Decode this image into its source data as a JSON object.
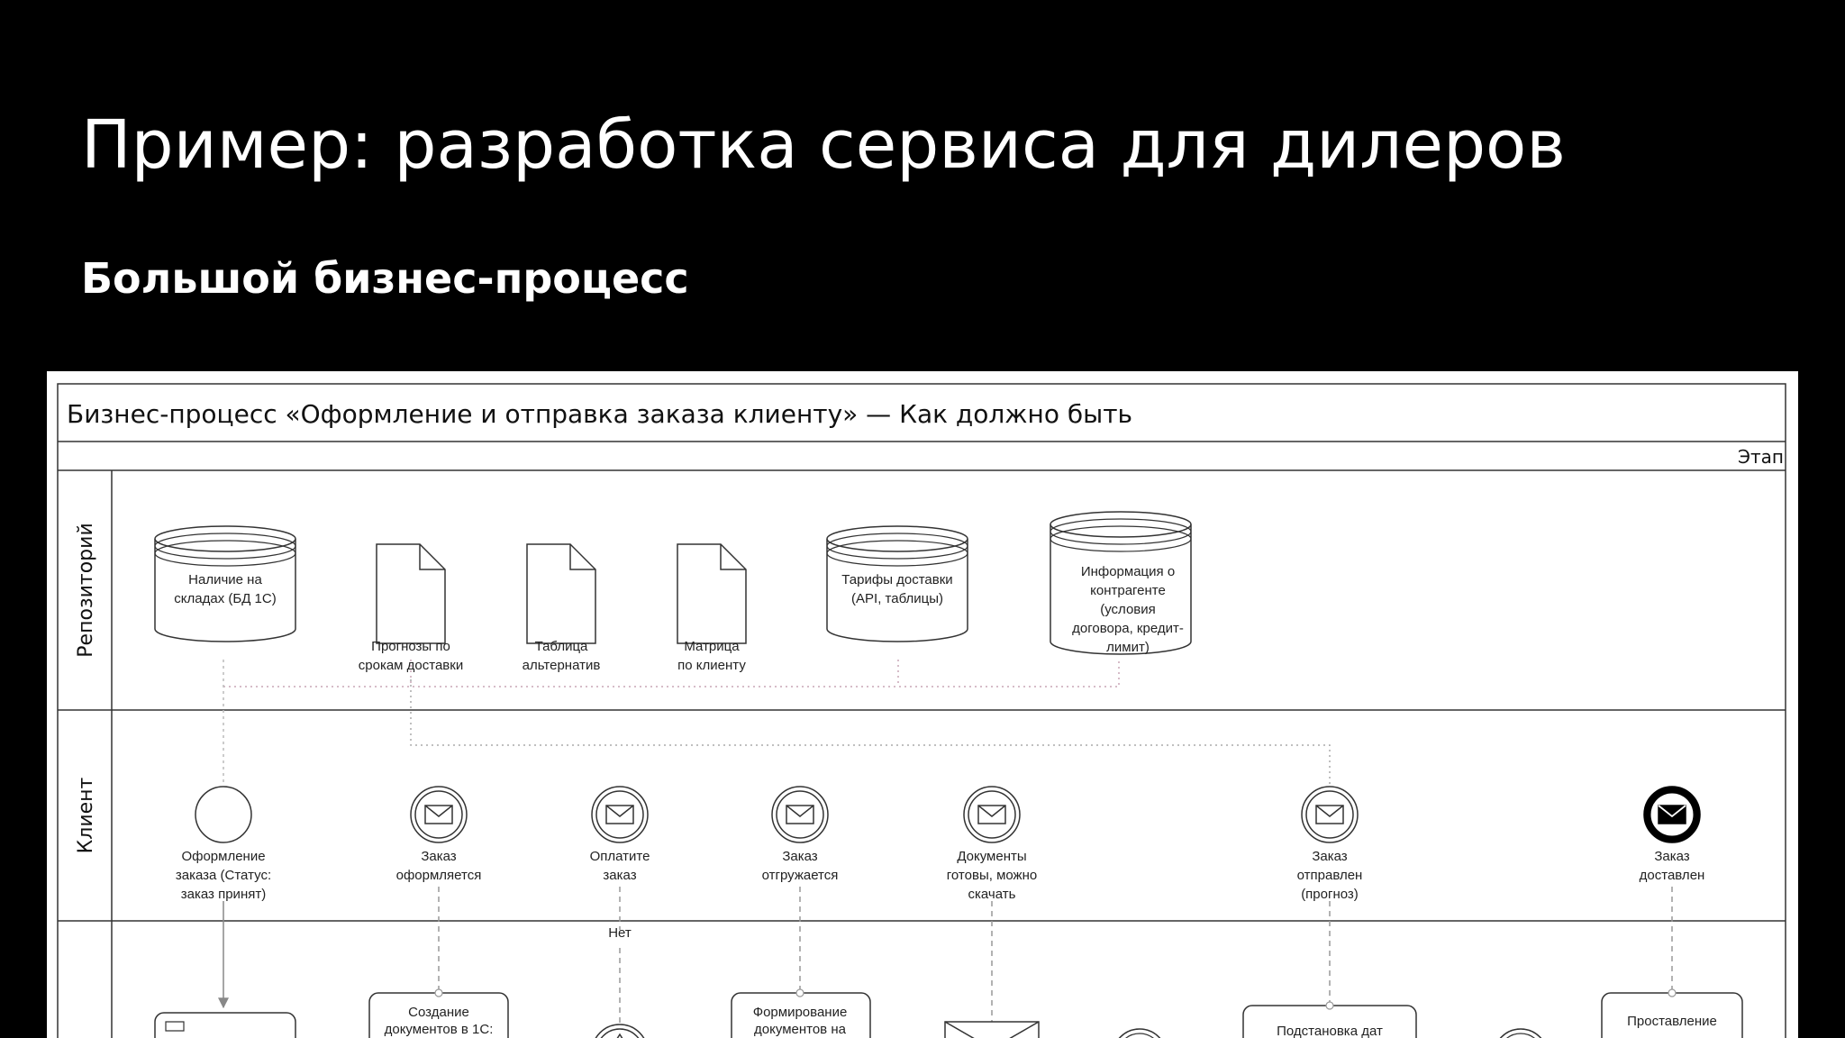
{
  "slide": {
    "title": "Пример: разработка сервиса для дилеров",
    "subtitle": "Большой бизнес-процесс"
  },
  "diagram": {
    "header": "Бизнес-процесс «Оформление и отправка заказа клиенту» — Как должно быть",
    "stage_label": "Этап",
    "lanes": {
      "repository": "Репозиторий",
      "client": "Клиент"
    },
    "repository_items": {
      "stock": [
        "Наличие на",
        "складах (БД 1С)"
      ],
      "forecast": [
        "Прогнозы по",
        "срокам доставки"
      ],
      "alternatives": [
        "Таблица",
        "альтернатив"
      ],
      "matrix": [
        "Матрица",
        "по клиенту"
      ],
      "tariffs": [
        "Тарифы доставки",
        "(API, таблицы)"
      ],
      "contractor": [
        "Информация о",
        "контрагенте",
        "(условия",
        "договора, кредит-",
        "лимит)"
      ]
    },
    "client_events": {
      "start": [
        "Оформление",
        "заказа (Статус:",
        "заказ принят)"
      ],
      "processing": [
        "Заказ",
        "оформляется"
      ],
      "pay": [
        "Оплатите",
        "заказ"
      ],
      "shipping": [
        "Заказ",
        "отгружается"
      ],
      "docs": [
        "Документы",
        "готовы, можно",
        "скачать"
      ],
      "sent": [
        "Заказ",
        "отправлен",
        "(прогноз)"
      ],
      "delivered": [
        "Заказ",
        "доставлен"
      ]
    },
    "flow_label_no": "Нет",
    "tasks": {
      "create_docs": [
        "Создание",
        "документов в 1С:"
      ],
      "form_docs": [
        "Формирование",
        "документов на"
      ],
      "set_dates": [
        "Подстановка дат"
      ],
      "put_down": [
        "Проставление"
      ]
    }
  }
}
